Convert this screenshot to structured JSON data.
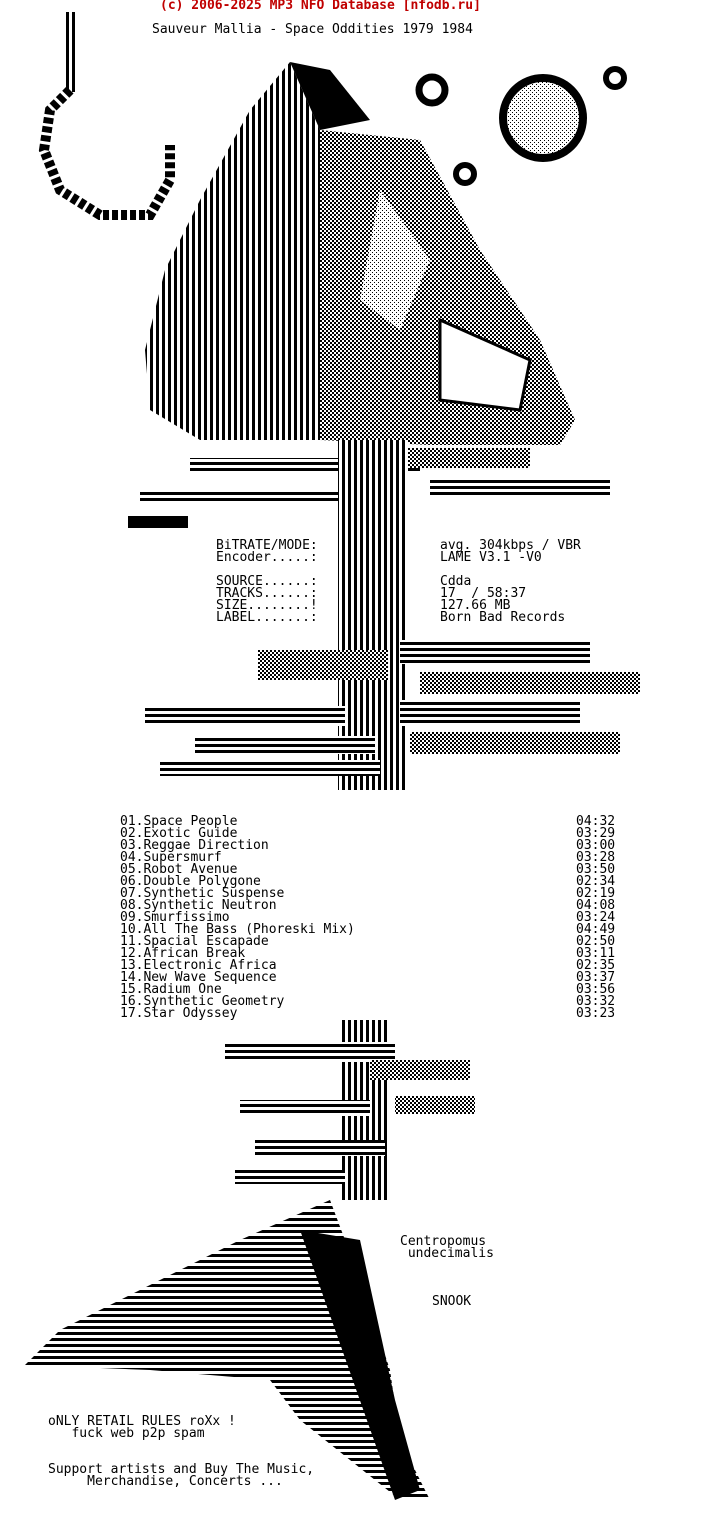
{
  "header": "(c) 2006-2025 MP3 NFO Database [nfodb.ru]",
  "release_title": "Sauveur Mallia - Space Oddities 1979 1984",
  "info": {
    "bitrate_label": "BiTRATE/MODE:",
    "bitrate_value": "avg. 304kbps / VBR",
    "encoder_label": "Encoder.....:",
    "encoder_value": "LAME V3.1 -V0",
    "source_label": "SOURCE......:",
    "source_value": "Cdda",
    "tracks_label": "TRACKS......:",
    "tracks_value": "17  / 58:37",
    "size_label": "SIZE........!",
    "size_value": "127.66 MB",
    "label_label": "LABEL.......:",
    "label_value": "Born Bad Records"
  },
  "tracks": [
    {
      "title": "01.Space People",
      "time": "04:32"
    },
    {
      "title": "02.Exotic Guide",
      "time": "03:29"
    },
    {
      "title": "03.Reggae Direction",
      "time": "03:00"
    },
    {
      "title": "04.Supersmurf",
      "time": "03:28"
    },
    {
      "title": "05.Robot Avenue",
      "time": "03:50"
    },
    {
      "title": "06.Double Polygone",
      "time": "02:34"
    },
    {
      "title": "07.Synthetic Suspense",
      "time": "02:19"
    },
    {
      "title": "08.Synthetic Neutron",
      "time": "04:08"
    },
    {
      "title": "09.Smurfissimo",
      "time": "03:24"
    },
    {
      "title": "10.All The Bass (Phoreski Mix)",
      "time": "04:49"
    },
    {
      "title": "11.Spacial Escapade",
      "time": "02:50"
    },
    {
      "title": "12.African Break",
      "time": "03:11"
    },
    {
      "title": "13.Electronic Africa",
      "time": "02:35"
    },
    {
      "title": "14.New Wave Sequence",
      "time": "03:37"
    },
    {
      "title": "15.Radium One",
      "time": "03:56"
    },
    {
      "title": "16.Synthetic Geometry",
      "time": "03:32"
    },
    {
      "title": "17.Star Odyssey",
      "time": "03:23"
    }
  ],
  "art_caption": {
    "line1": "Centropomus",
    "line2": " undecimalis",
    "line3": "SNOOK"
  },
  "footer": {
    "line1": "oNLY RETAIL RULES roXx !",
    "line2": "   fuck web p2p spam",
    "line3": "Support artists and Buy The Music,",
    "line4": "     Merchandise, Concerts ..."
  }
}
